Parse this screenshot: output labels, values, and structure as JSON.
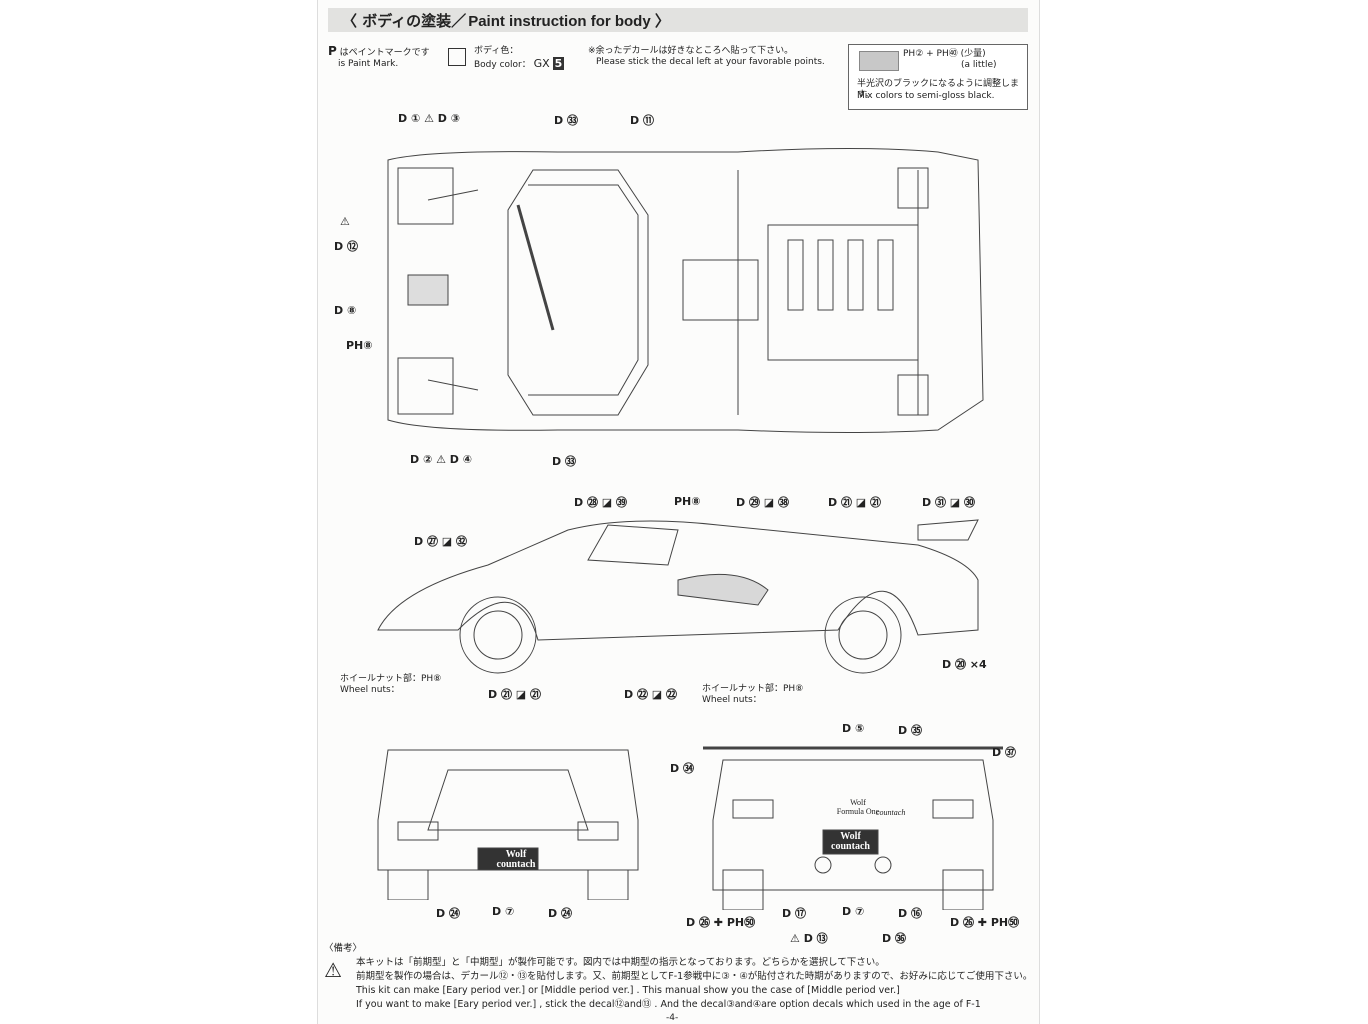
{
  "header": {
    "title_jp": "〈 ボディの塗装／",
    "title_en": "Paint instruction for body 〉"
  },
  "legend": {
    "paint_mark_jp": "はペイントマークです",
    "paint_mark_en": "is Paint Mark.",
    "body_color_jp": "ボディ色：",
    "body_color_en": "Body color：",
    "body_color_code": "GX",
    "body_color_num": "5",
    "decal_note_jp": "※余ったデカールは好きなところへ貼って下さい。",
    "decal_note_en": "Please stick the decal left at your favorable points."
  },
  "paint_box": {
    "formula": "PH② + PH㊵ (少量)",
    "formula_sub": "(a little)",
    "note_jp": "半光沢のブラックになるように調整します。",
    "note_en": "Mix colors to semi-gloss black."
  },
  "callouts": {
    "top_d1_d3": "D ①  ⚠  D ③",
    "top_d33": "D ㉝",
    "top_d11": "D ⑪",
    "left_warn": "⚠",
    "left_d12": "D ⑫",
    "left_d8": "D ⑧",
    "left_ph8": "PH⑧",
    "bottom_d2_d4": "D ②  ⚠  D ④",
    "bottom_d33": "D ㉝",
    "side_d28_39": "D ㉘ ◪ ㊴",
    "side_ph8": "PH⑧",
    "side_d29_38": "D ㉙ ◪ ㊳",
    "side_d21_21": "D ㉑ ◪ ㉑",
    "side_d31_30": "D ㉛ ◪ ㉚",
    "side_d27_32": "D ㉗ ◪ ㉜",
    "side_d20_x4": "D ⑳ ×4",
    "side_d21b": "D ㉑ ◪ ㉑",
    "side_d22": "D ㉒ ◪ ㉒",
    "wheel_nuts_jp_1": "ホイールナット部：PH⑧",
    "wheel_nuts_en_1": "Wheel nuts：",
    "wheel_nuts_jp_2": "ホイールナット部：PH⑧",
    "wheel_nuts_en_2": "Wheel nuts：",
    "front_d24a": "D ㉔",
    "front_d7": "D ⑦",
    "front_d24b": "D ㉔",
    "rear_d5": "D ⑤",
    "rear_d35": "D ㉟",
    "rear_d34": "D ㉞",
    "rear_d37": "D ㊲",
    "rear_d26a": "D ㉖ ✚ PH㊿",
    "rear_d17": "D ⑰",
    "rear_d7": "D ⑦",
    "rear_d16": "D ⑯",
    "rear_d26b": "D ㉖ ✚ PH㊿",
    "rear_d13": "⚠ D ⑬",
    "rear_d36": "D ㊱",
    "badge_front_1": "Wolf",
    "badge_front_2": "countach",
    "badge_rear_1": "Wolf",
    "badge_rear_2": "countach",
    "rear_text_1": "Wolf",
    "rear_text_2": "Formula One",
    "rear_text_3": "countach"
  },
  "notes": {
    "heading": "〈備考〉",
    "line1": "本キットは「前期型」と「中期型」が製作可能です。図内では中期型の指示となっております。どちらかを選択して下さい。",
    "line2": "前期型を製作の場合は、デカール⑫・⑬を貼付します。又、前期型としてF-1参戦中に③・④が貼付された時期がありますので、お好みに応じてご使用下さい。",
    "line3": "This kit can make [Eary period ver.] or [Middle period ver.] . This manual show you the case of [Middle period ver.]",
    "line4": "If you want to make [Eary period ver.] , stick the decal⑫and⑬ . And the decal③and④are option decals which used in the age of F-1"
  },
  "page_number": "-4-"
}
